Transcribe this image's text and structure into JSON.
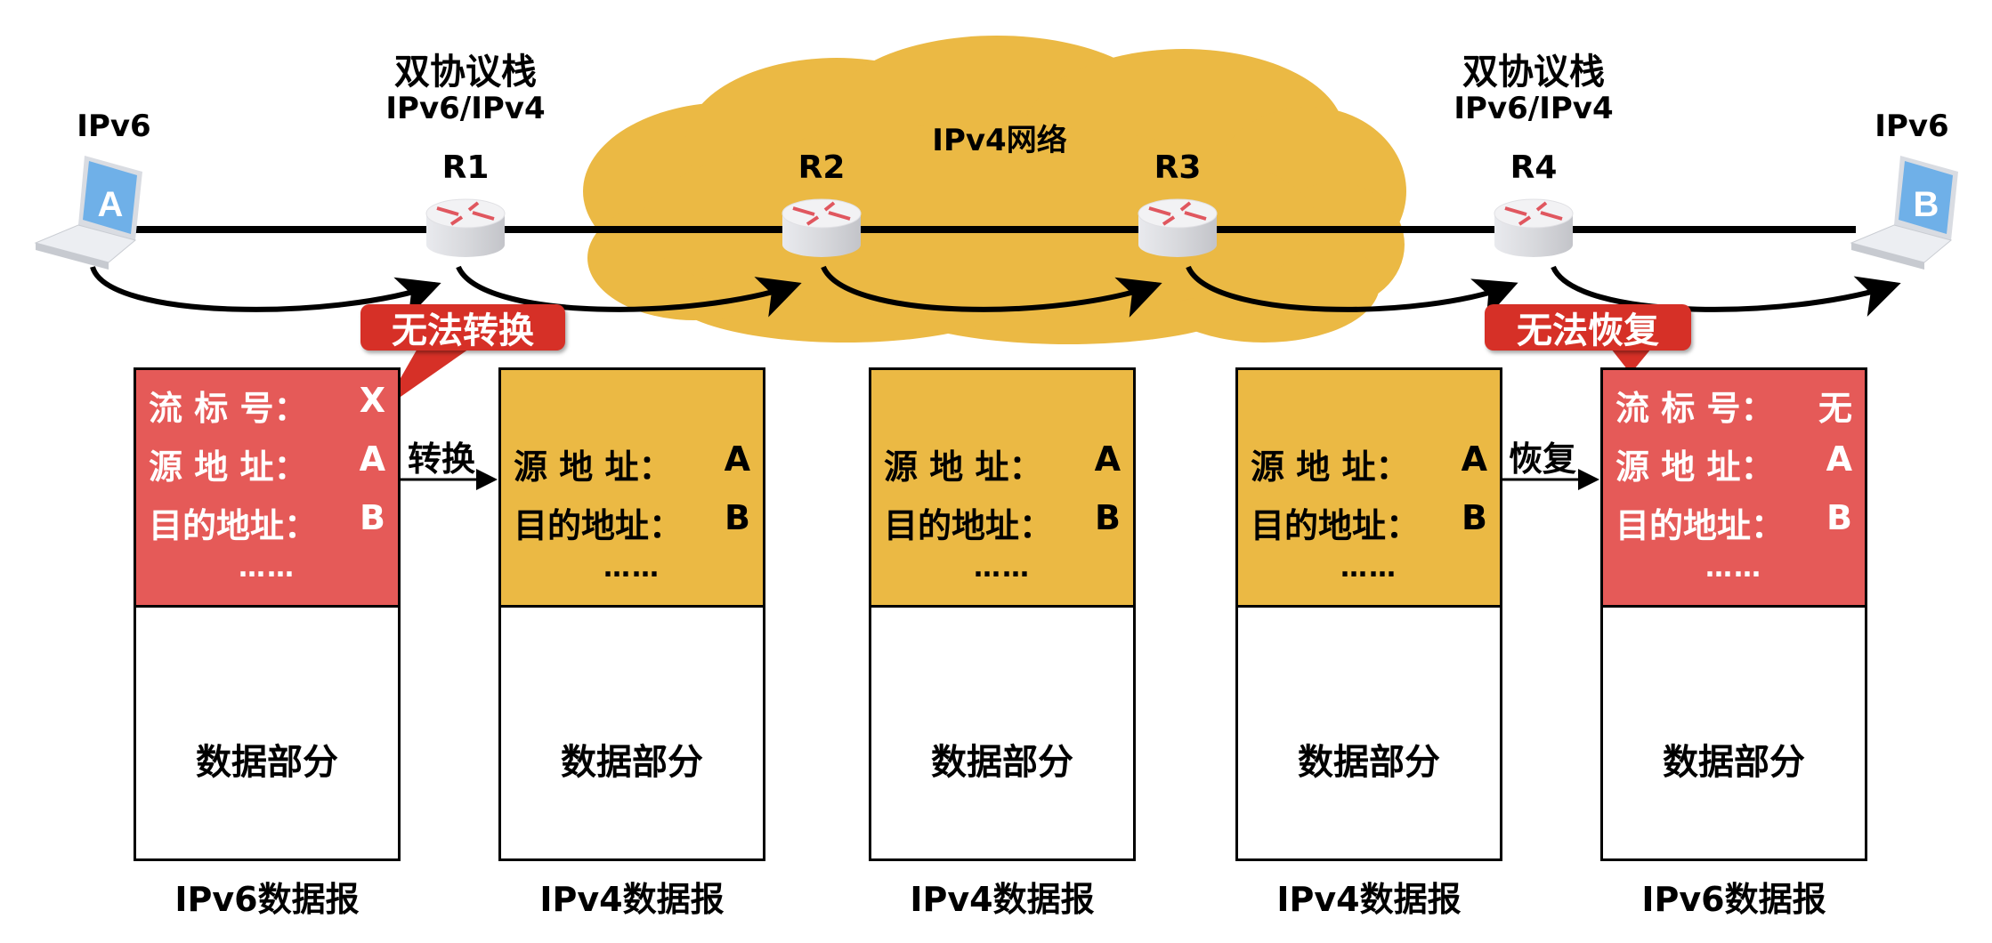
{
  "colors": {
    "ipv6_header": "#e55a58",
    "ipv4_header": "#ebb944",
    "cloud": "#ebb944",
    "callout": "#d63027",
    "screen": "#6fb0e8"
  },
  "hosts": [
    {
      "name": "A",
      "protocol_label": "IPv6",
      "icon": "laptop-icon"
    },
    {
      "name": "B",
      "protocol_label": "IPv6",
      "icon": "laptop-icon"
    }
  ],
  "dual_stack_labels": [
    {
      "title": "双协议栈",
      "subtitle": "IPv6/IPv4"
    },
    {
      "title": "双协议栈",
      "subtitle": "IPv6/IPv4"
    }
  ],
  "routers": [
    {
      "name": "R1",
      "icon": "router-icon"
    },
    {
      "name": "R2",
      "icon": "router-icon"
    },
    {
      "name": "R3",
      "icon": "router-icon"
    },
    {
      "name": "R4",
      "icon": "router-icon"
    }
  ],
  "cloud_label": "IPv4网络",
  "callouts": {
    "cannot_convert": "无法转换",
    "cannot_restore": "无法恢复"
  },
  "transitions": {
    "convert": "转换",
    "restore": "恢复"
  },
  "datagrams": [
    {
      "type": "ipv6",
      "caption": "IPv6数据报",
      "fields": [
        {
          "key": "流 标 号：",
          "value": "X"
        },
        {
          "key": "源 地 址：",
          "value": "A"
        },
        {
          "key": "目的地址：",
          "value": "B"
        }
      ],
      "ellipsis": "……",
      "data_label": "数据部分"
    },
    {
      "type": "ipv4",
      "caption": "IPv4数据报",
      "fields": [
        {
          "key": "源 地 址：",
          "value": "A"
        },
        {
          "key": "目的地址：",
          "value": "B"
        }
      ],
      "ellipsis": "……",
      "data_label": "数据部分"
    },
    {
      "type": "ipv4",
      "caption": "IPv4数据报",
      "fields": [
        {
          "key": "源 地 址：",
          "value": "A"
        },
        {
          "key": "目的地址：",
          "value": "B"
        }
      ],
      "ellipsis": "……",
      "data_label": "数据部分"
    },
    {
      "type": "ipv4",
      "caption": "IPv4数据报",
      "fields": [
        {
          "key": "源 地 址：",
          "value": "A"
        },
        {
          "key": "目的地址：",
          "value": "B"
        }
      ],
      "ellipsis": "……",
      "data_label": "数据部分"
    },
    {
      "type": "ipv6",
      "caption": "IPv6数据报",
      "fields": [
        {
          "key": "流 标 号：",
          "value": "无"
        },
        {
          "key": "源 地 址：",
          "value": "A"
        },
        {
          "key": "目的地址：",
          "value": "B"
        }
      ],
      "ellipsis": "……",
      "data_label": "数据部分"
    }
  ]
}
